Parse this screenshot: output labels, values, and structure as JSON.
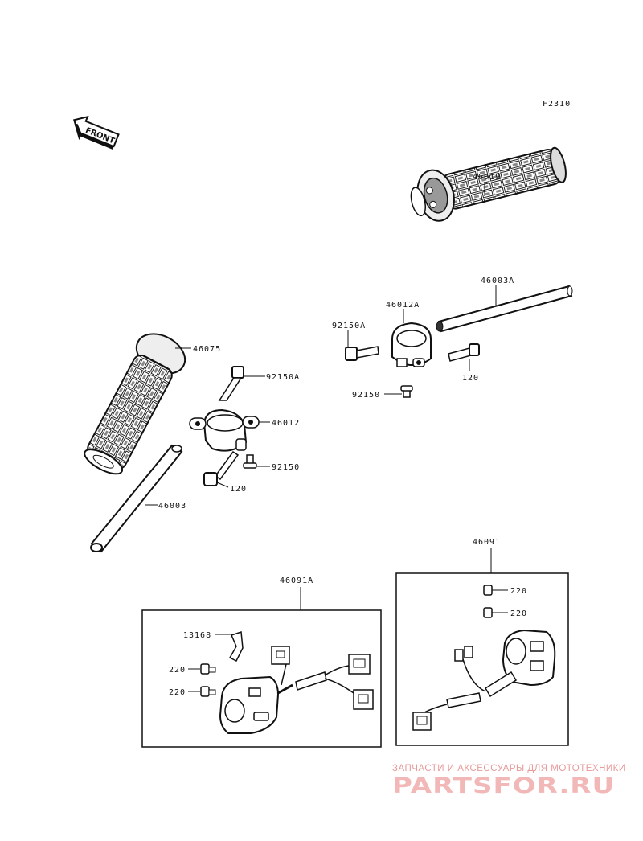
{
  "figure_code": "F2310",
  "front_label": "FRONT",
  "parts": {
    "grip_right": "46019",
    "bar_right": "46003A",
    "holder_right": "46012A",
    "bolt_right_a": "92150A",
    "bolt_right_120": "120",
    "screw_right": "92150",
    "grip_left": "46075",
    "bolt_left_a": "92150A",
    "holder_left": "46012",
    "screw_left": "92150",
    "bolt_left_120": "120",
    "bar_left": "46003",
    "switch_left": "46091A",
    "switch_right": "46091",
    "clip": "13168",
    "screw_220_a": "220",
    "screw_220_b": "220",
    "screw_220_c": "220",
    "screw_220_d": "220"
  },
  "watermark": {
    "tagline": "ЗАПЧАСТИ И АКСЕССУАРЫ ДЛЯ МОТОТЕХНИКИ",
    "logo": "PARTSFOR.RU"
  }
}
